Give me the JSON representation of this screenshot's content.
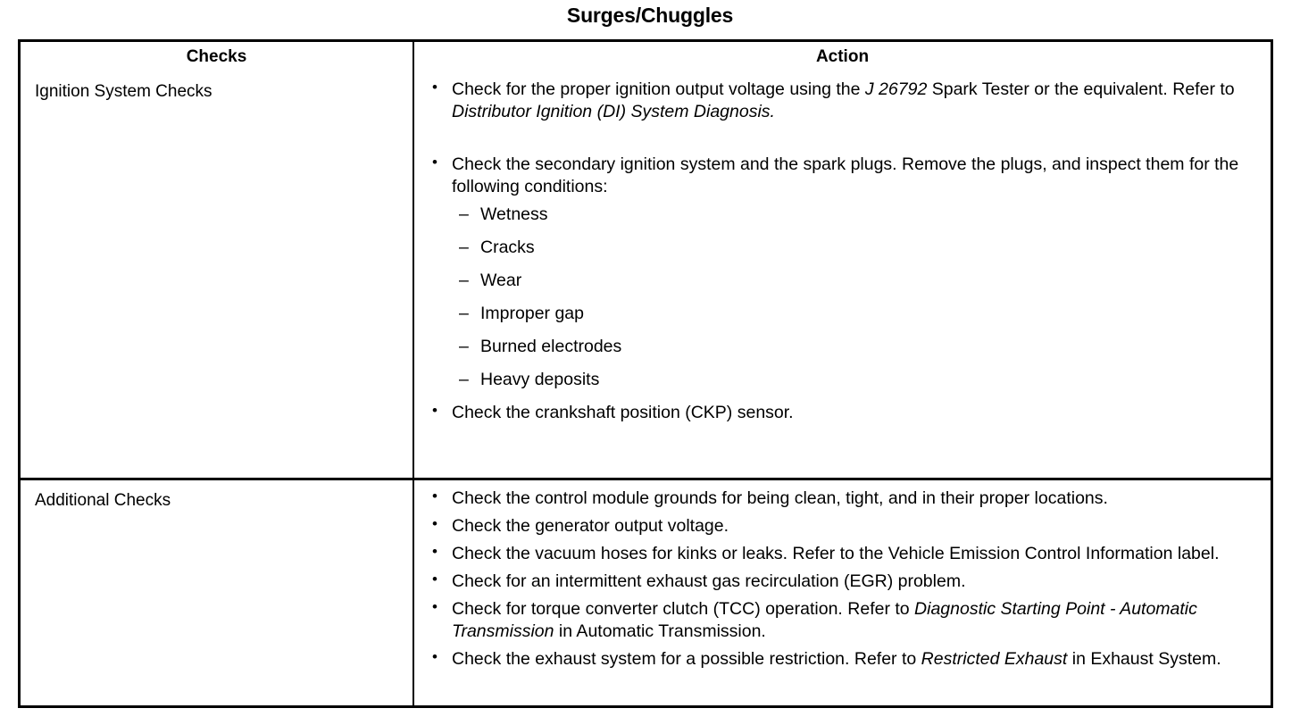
{
  "document": {
    "title": "Surges/Chuggles"
  },
  "table": {
    "headers": {
      "checks": "Checks",
      "action": "Action"
    },
    "rows": [
      {
        "check_label": "Ignition System Checks",
        "bullets": [
          {
            "segments": [
              {
                "text": "Check for the proper ignition output voltage using the ",
                "italic": false
              },
              {
                "text": "J 26792",
                "italic": true
              },
              {
                "text": " Spark Tester or the equivalent. Refer to ",
                "italic": false
              },
              {
                "text": "Distributor Ignition (DI) System Diagnosis.",
                "italic": true
              }
            ],
            "spacing": "large"
          },
          {
            "segments": [
              {
                "text": "Check the secondary ignition system and the spark plugs. Remove the plugs, and inspect them for the following conditions:",
                "italic": false
              }
            ],
            "spacing": "none",
            "sub_items": [
              "Wetness",
              "Cracks",
              "Wear",
              "Improper gap",
              "Burned electrodes",
              "Heavy deposits"
            ]
          },
          {
            "segments": [
              {
                "text": "Check the crankshaft position (CKP) sensor.",
                "italic": false
              }
            ],
            "spacing": "normal"
          }
        ]
      },
      {
        "check_label": "Additional Checks",
        "bullets": [
          {
            "segments": [
              {
                "text": "Check the control module grounds for being clean, tight, and in their proper locations.",
                "italic": false
              }
            ],
            "spacing": "normal"
          },
          {
            "segments": [
              {
                "text": "Check the generator output voltage.",
                "italic": false
              }
            ],
            "spacing": "normal"
          },
          {
            "segments": [
              {
                "text": "Check the vacuum hoses for kinks or leaks. Refer to the Vehicle Emission Control Information label.",
                "italic": false
              }
            ],
            "spacing": "normal"
          },
          {
            "segments": [
              {
                "text": "Check for an intermittent exhaust gas recirculation (EGR) problem.",
                "italic": false
              }
            ],
            "spacing": "normal"
          },
          {
            "segments": [
              {
                "text": "Check for torque converter clutch (TCC) operation. Refer to ",
                "italic": false
              },
              {
                "text": "Diagnostic Starting Point - Automatic Transmission",
                "italic": true
              },
              {
                "text": " in Automatic Transmission.",
                "italic": false
              }
            ],
            "spacing": "normal"
          },
          {
            "segments": [
              {
                "text": "Check the exhaust system for a possible restriction. Refer to ",
                "italic": false
              },
              {
                "text": "Restricted Exhaust",
                "italic": true
              },
              {
                "text": " in Exhaust System.",
                "italic": false
              }
            ],
            "spacing": "normal"
          }
        ]
      }
    ]
  }
}
